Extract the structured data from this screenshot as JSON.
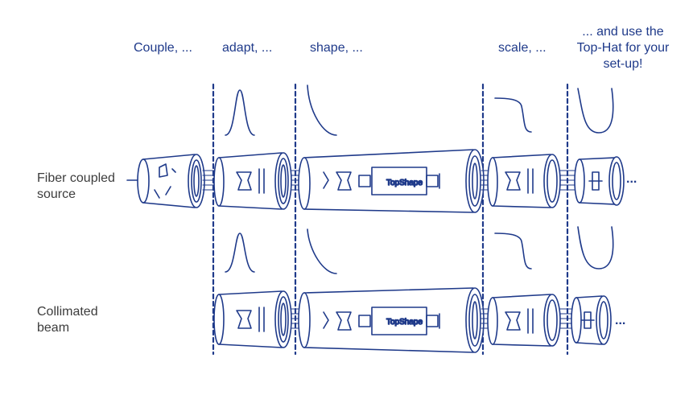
{
  "headers": {
    "couple": "Couple, ...",
    "adapt": "adapt, ...",
    "shape": "shape, ...",
    "scale": "scale, ...",
    "tophat": [
      "... and use the",
      "Top-Hat for your",
      "set-up!"
    ]
  },
  "rows": {
    "fiber": [
      "Fiber coupled",
      "source"
    ],
    "collimated": [
      "Collimated",
      "beam"
    ]
  },
  "module_label": "TopShape",
  "continuation": "...",
  "colors": {
    "stroke": "#1f3a8a",
    "text_header": "#1f3a8a",
    "text_side": "#3c3c3c",
    "background": "#ffffff"
  }
}
